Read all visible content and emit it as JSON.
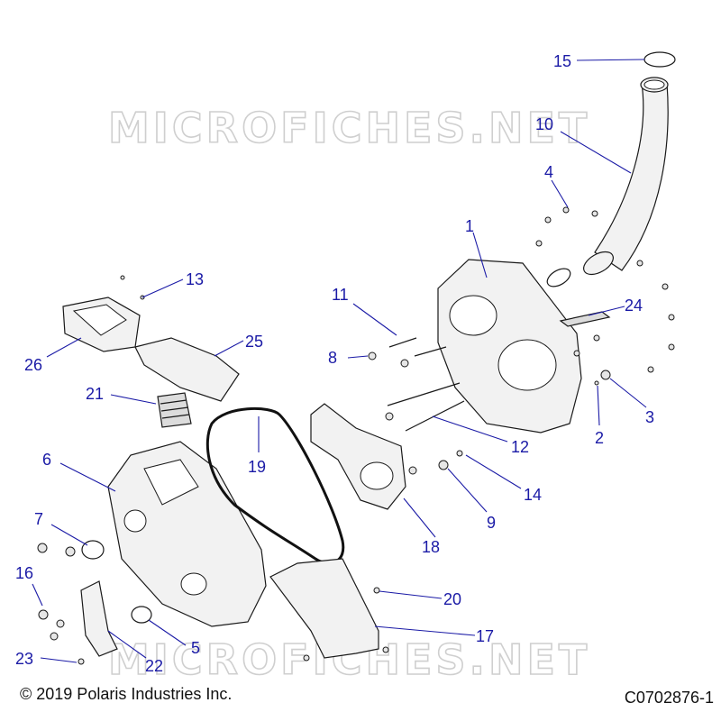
{
  "watermark": {
    "text": "MICROFICHES.NET"
  },
  "footer": {
    "copyright": "© 2019 Polaris Industries Inc.",
    "figure_code": "C0702876-1"
  },
  "callouts": [
    "1",
    "2",
    "3",
    "4",
    "5",
    "6",
    "7",
    "8",
    "9",
    "10",
    "11",
    "12",
    "13",
    "14",
    "15",
    "16",
    "17",
    "18",
    "19",
    "20",
    "21",
    "22",
    "23",
    "24",
    "25",
    "26"
  ],
  "colors": {
    "callout": "#1a1aa6",
    "line": "#1a1a1a",
    "watermark": "#cfcfcf"
  }
}
